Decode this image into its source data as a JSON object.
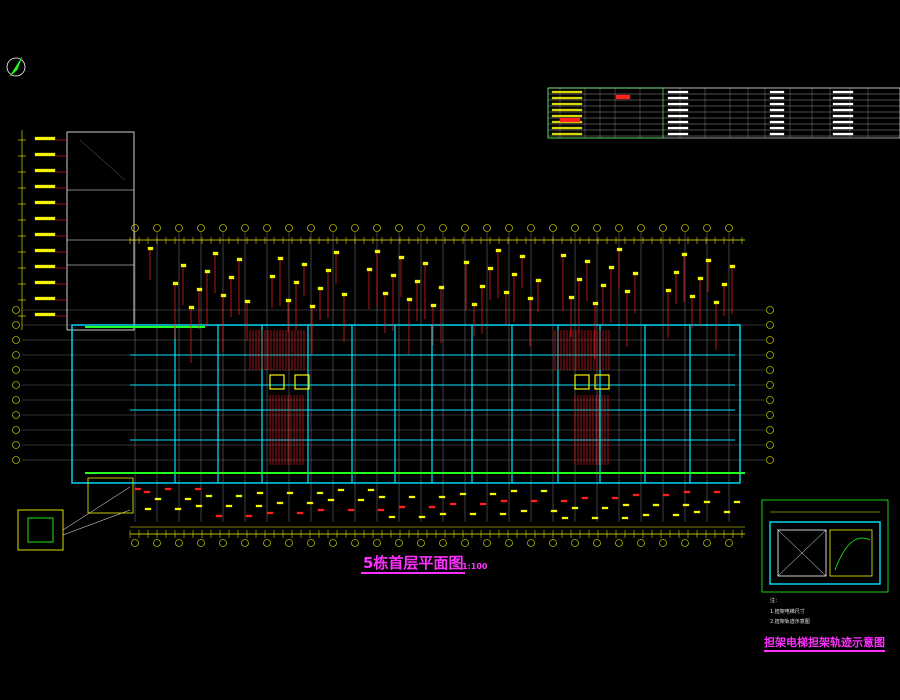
{
  "drawing": {
    "main_title": "5栋首层平面图",
    "main_scale": "1:100",
    "side_title": "担架电梯担架轨迹示意图",
    "notes": [
      "注：",
      "1.担架电梯尺寸",
      "2.担架轨迹示意图"
    ]
  },
  "colors": {
    "background": "#000000",
    "wall": "#00e5ff",
    "dimension": "#f5f500",
    "grid": "#ffffff",
    "accent": "#ff2020",
    "stair_green": "#20ff20",
    "title": "#ff30ff"
  }
}
